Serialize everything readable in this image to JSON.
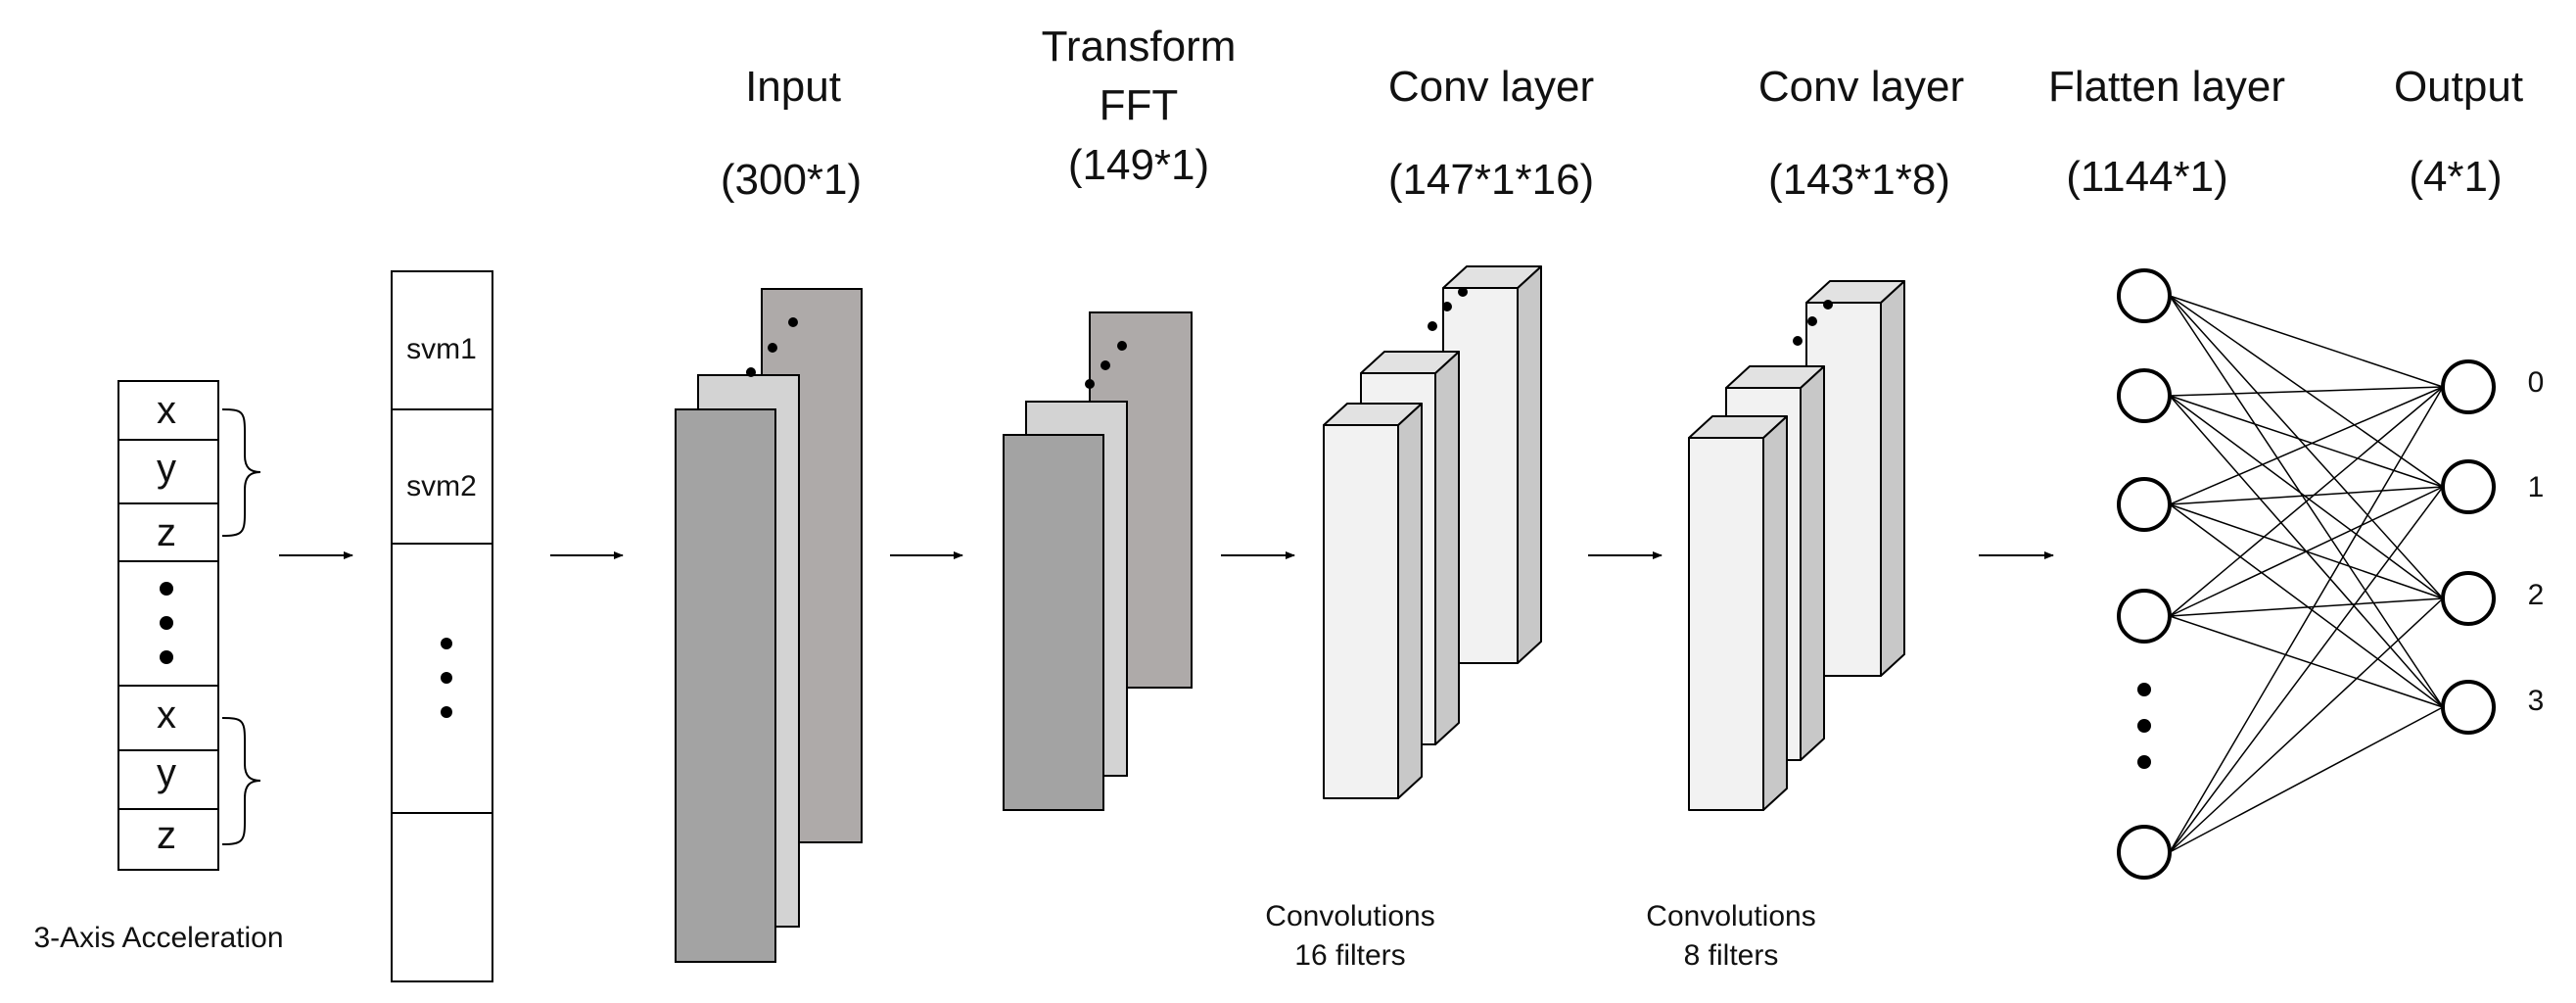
{
  "headers": [
    {
      "id": "input",
      "title": [
        "Input"
      ],
      "dim": "(300*1)"
    },
    {
      "id": "transform",
      "title": [
        "Transform",
        "FFT"
      ],
      "dim": "(149*1)"
    },
    {
      "id": "conv1",
      "title": [
        "Conv layer"
      ],
      "dim": "(147*1*16)"
    },
    {
      "id": "conv2",
      "title": [
        "Conv layer"
      ],
      "dim": "(143*1*8)"
    },
    {
      "id": "flatten",
      "title": [
        "Flatten layer"
      ],
      "dim": "(1144*1)"
    },
    {
      "id": "output",
      "title": [
        "Output"
      ],
      "dim": "(4*1)"
    }
  ],
  "acceleration": {
    "cells_top": [
      "x",
      "y",
      "z"
    ],
    "cells_bottom": [
      "x",
      "y",
      "z"
    ],
    "caption": "3-Axis Acceleration"
  },
  "svm": {
    "cells": [
      "svm1",
      "svm2"
    ]
  },
  "conv_captions": [
    [
      "Convolutions",
      "16 filters"
    ],
    [
      "Convolutions",
      "8 filters"
    ]
  ],
  "network": {
    "input_nodes": 5,
    "output_labels": [
      "0",
      "1",
      "2",
      "3"
    ]
  },
  "colors": {
    "input_front": "#a3a3a3",
    "input_mid": "#d3d3d3",
    "input_back": "#aeaaa9",
    "conv_face": "#f2f2f2",
    "conv_side": "#c8c8c8",
    "conv_top": "#e2e2e2",
    "stroke": "#000000"
  }
}
